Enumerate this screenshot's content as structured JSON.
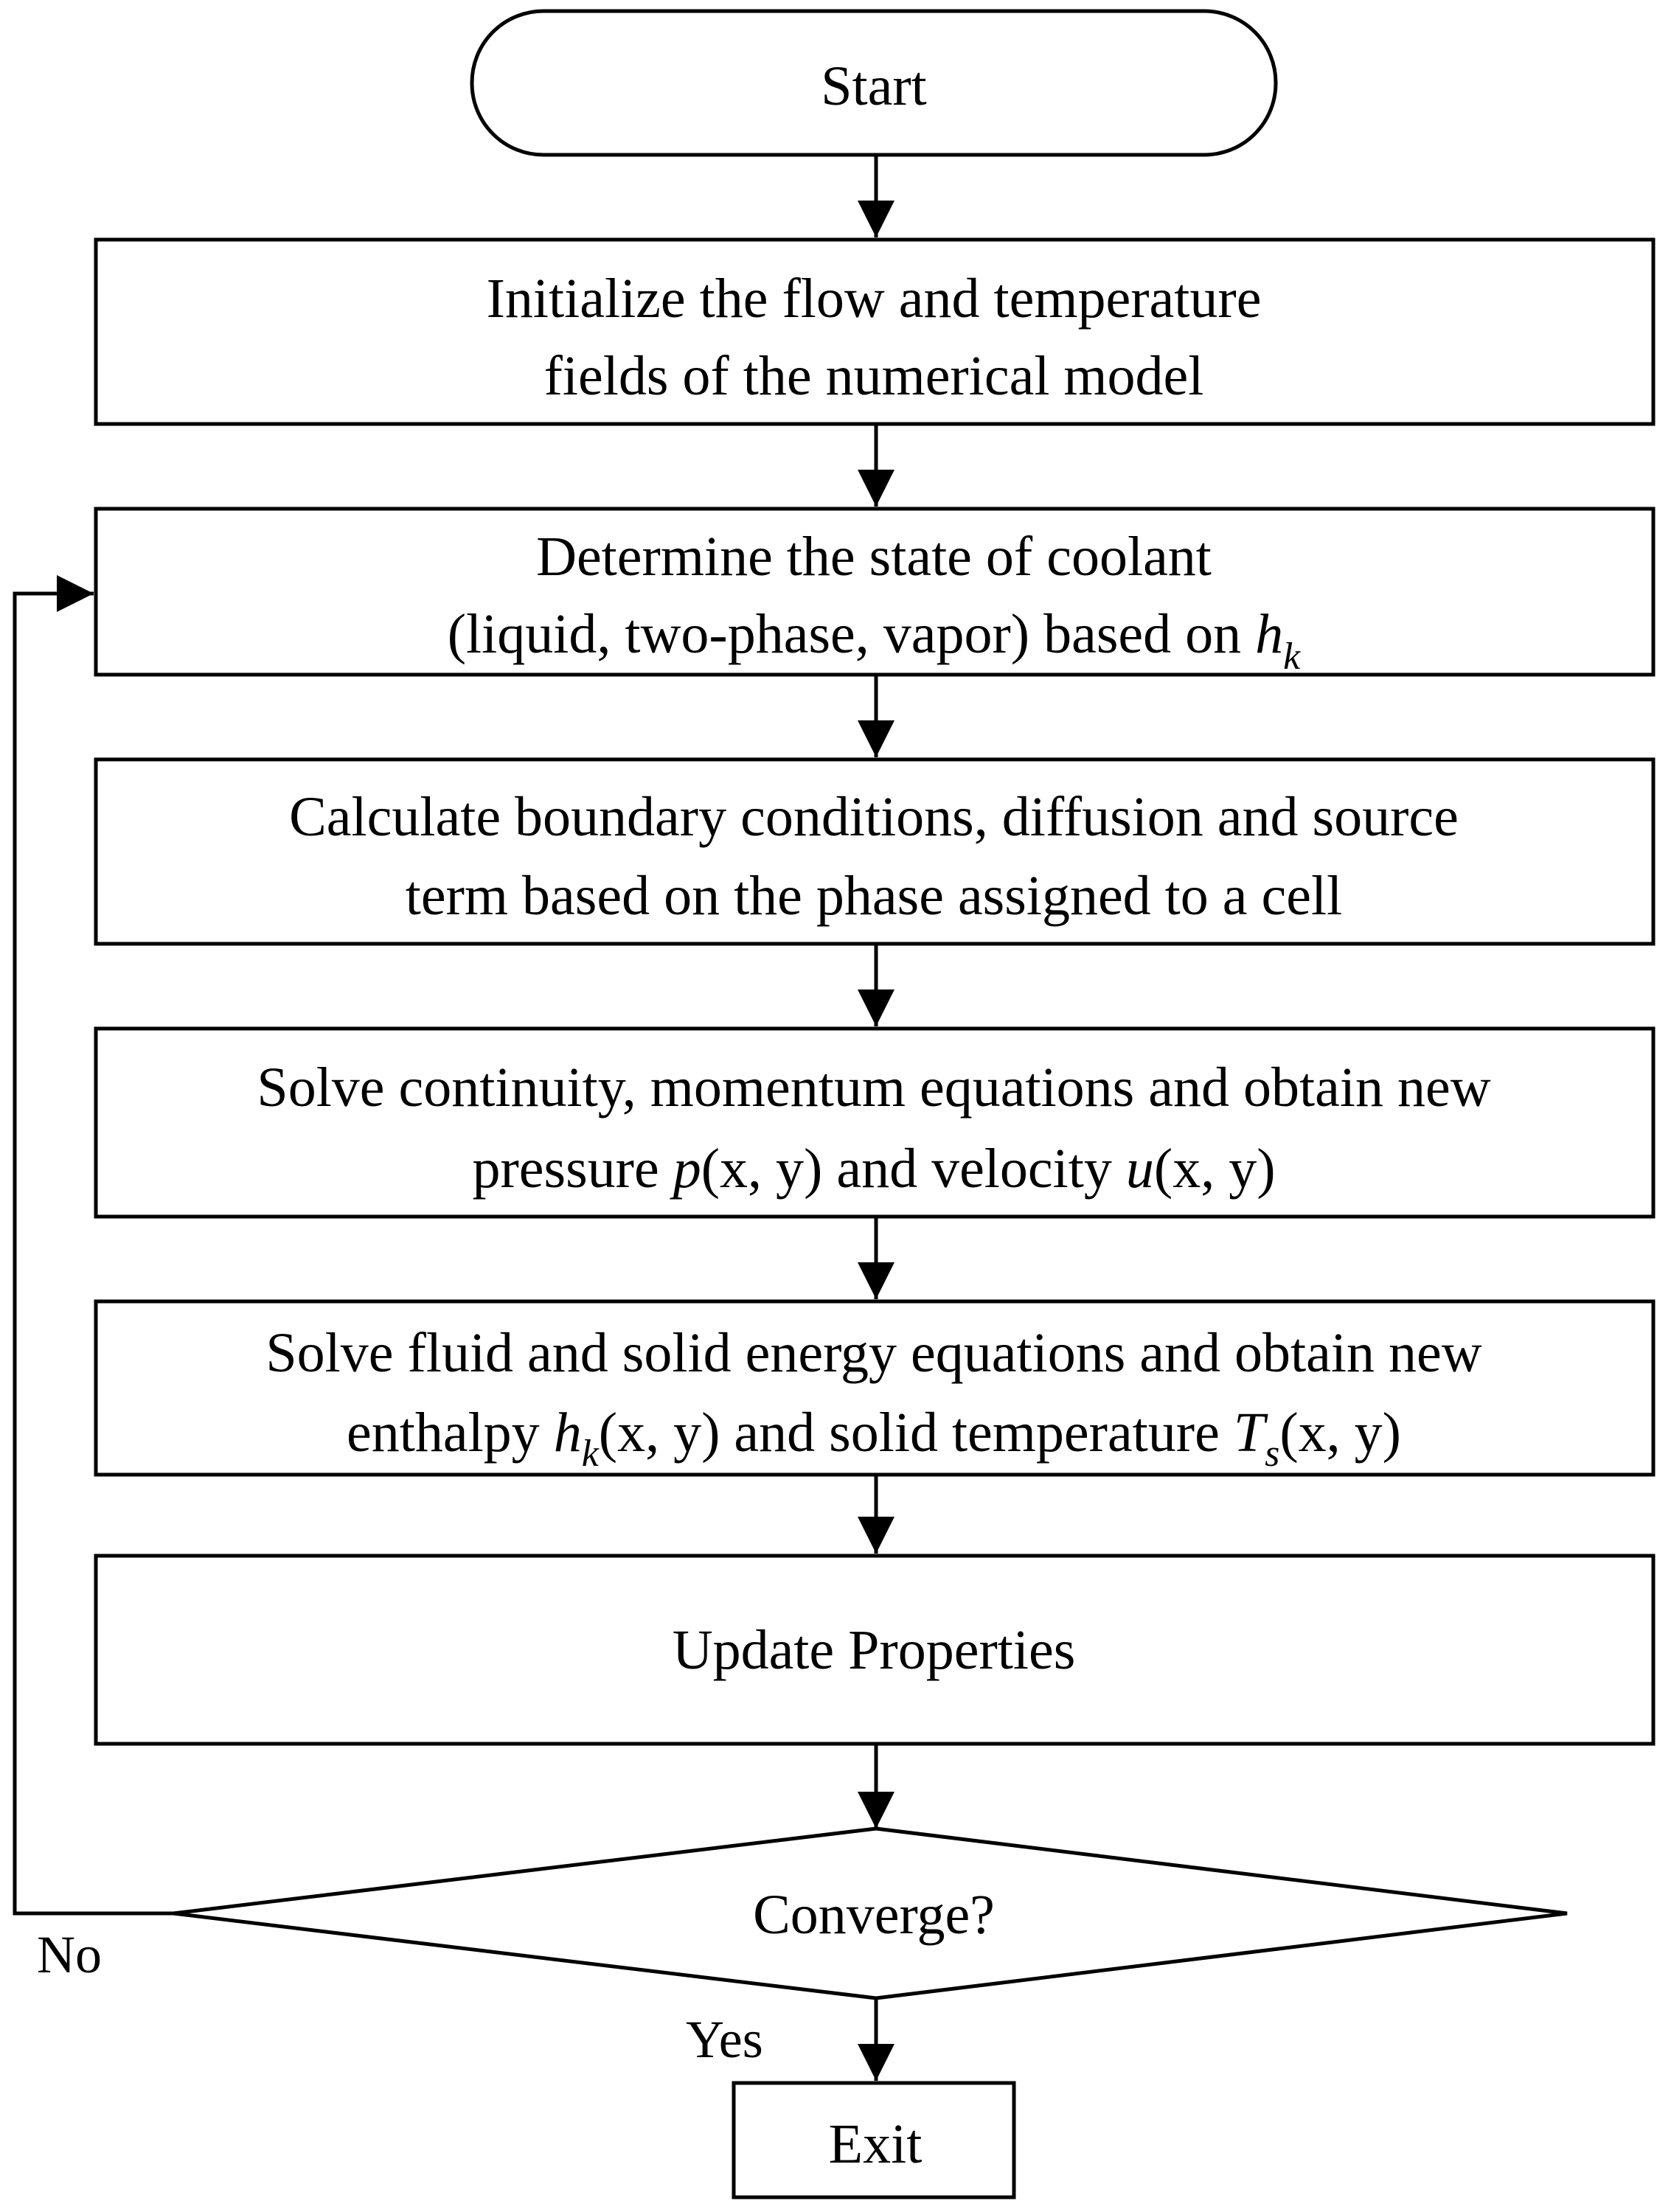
{
  "colors": {
    "stroke": "#000000",
    "background": "#ffffff",
    "text": "#000000"
  },
  "diagram": {
    "start": "Start",
    "step1": {
      "line1": "Initialize the flow and temperature",
      "line2": "fields of the numerical model"
    },
    "step2": {
      "line1": "Determine the state of coolant",
      "line2_text": "(liquid, two-phase, vapor) based on ",
      "var": "h",
      "sub": "k"
    },
    "step3": {
      "line1": "Calculate boundary conditions, diffusion and source",
      "line2": "term based on the phase assigned to a cell"
    },
    "step4": {
      "line1": "Solve continuity, momentum equations and obtain new",
      "line2_a": "pressure ",
      "var_p": "p",
      "line2_b": "(x, y) and velocity ",
      "var_u": "u",
      "line2_c": "(x, y)"
    },
    "step5": {
      "line1": "Solve fluid and solid energy equations and obtain new",
      "line2_a": "enthalpy ",
      "var_h": "h",
      "sub_k": "k",
      "line2_b": "(x, y) and solid temperature ",
      "var_T": "T",
      "sub_s": "s",
      "line2_c": "(x, y)"
    },
    "step6": "Update Properties",
    "decision": "Converge?",
    "no_label": "No",
    "yes_label": "Yes",
    "exit": "Exit"
  }
}
